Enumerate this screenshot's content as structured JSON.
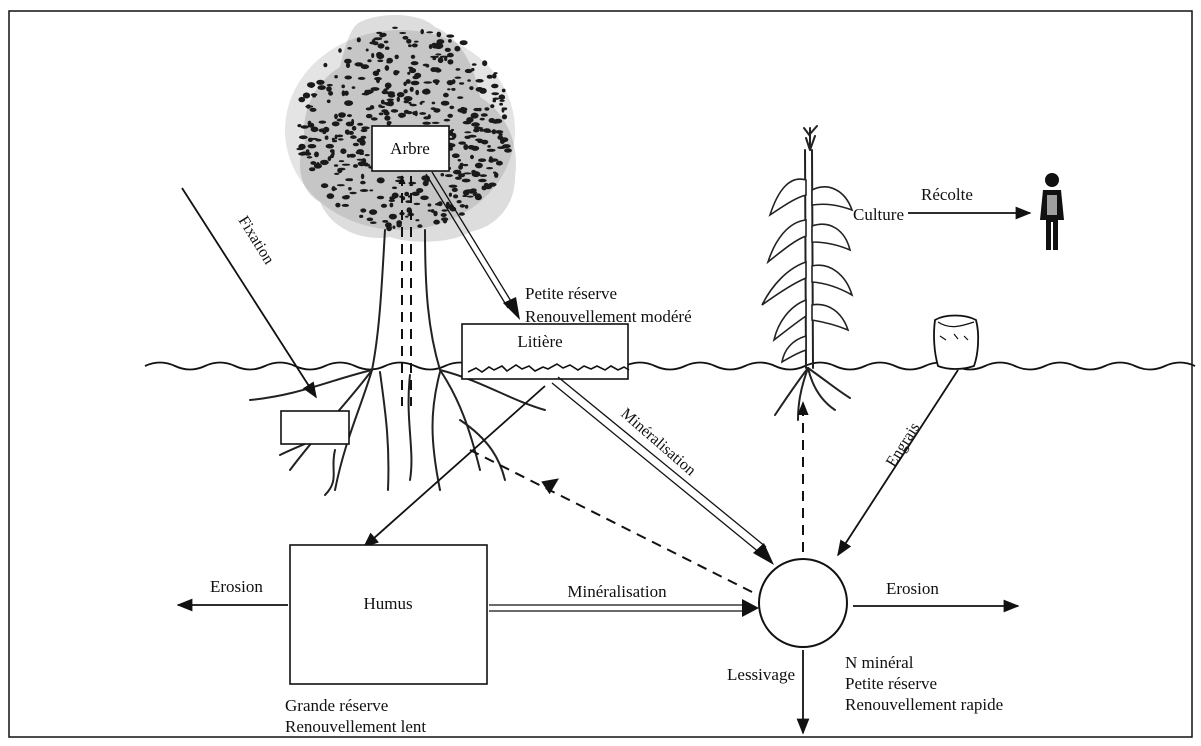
{
  "labels": {
    "arbre": "Arbre",
    "fixation": "Fixation",
    "litiere": "Litière",
    "litiere_note_1": "Petite réserve",
    "litiere_note_2": "Renouvellement modéré",
    "mineralisation_litiere": "Minéralisation",
    "culture": "Culture",
    "recolte": "Récolte",
    "engrais": "Engrais",
    "humus": "Humus",
    "humus_note_1": "Grande réserve",
    "humus_note_2": "Renouvellement lent",
    "mineralisation_humus": "Minéralisation",
    "erosion_left": "Erosion",
    "erosion_right": "Erosion",
    "n_mineral_1": "N minéral",
    "n_mineral_2": "Petite réserve",
    "n_mineral_3": "Renouvellement rapide",
    "lessivage": "Lessivage"
  }
}
